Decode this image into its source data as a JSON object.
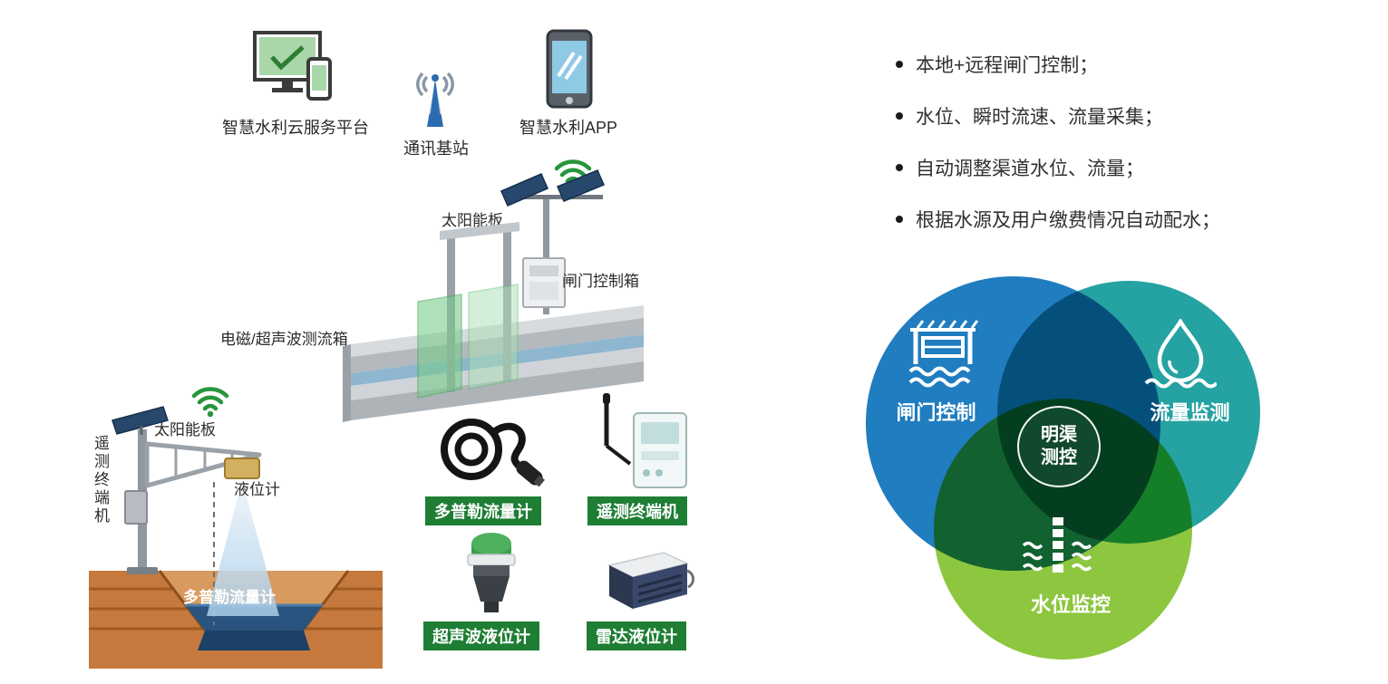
{
  "diagram": {
    "cloud_platform": {
      "label": "智慧水利云服务平台"
    },
    "base_station": {
      "label": "通讯基站"
    },
    "app": {
      "label": "智慧水利APP"
    },
    "solar_panel_top": {
      "label": "太阳能板"
    },
    "gate_control_box": {
      "label": "闸门控制箱"
    },
    "flow_meter_box": {
      "label": "电磁/超声波测流箱"
    },
    "telemetry_pole": {
      "label": "遥测终端机"
    },
    "solar_panel_left": {
      "label": "太阳能板"
    },
    "level_gauge": {
      "label": "液位计"
    },
    "doppler_in_channel": {
      "label": "多普勒流量计"
    },
    "products": [
      {
        "label": "多普勒流量计"
      },
      {
        "label": "遥测终端机"
      },
      {
        "label": "超声波液位计"
      },
      {
        "label": "雷达液位计"
      }
    ]
  },
  "features": [
    "本地+远程闸门控制；",
    "水位、瞬时流速、流量采集；",
    "自动调整渠道水位、流量；",
    "根据水源及用户缴费情况自动配水；"
  ],
  "venn": {
    "gate_control": {
      "label": "闸门控制",
      "color": "#1f7dc0"
    },
    "flow_monitoring": {
      "label": "流量监测",
      "color": "#25a2a2"
    },
    "level_monitoring": {
      "label": "水位监控",
      "color": "#8dc63f"
    },
    "center": {
      "line1": "明渠",
      "line2": "测控"
    }
  },
  "colors": {
    "product_label_bg": "#1e7e34",
    "wifi_green": "#27963c",
    "text": "#303030"
  }
}
